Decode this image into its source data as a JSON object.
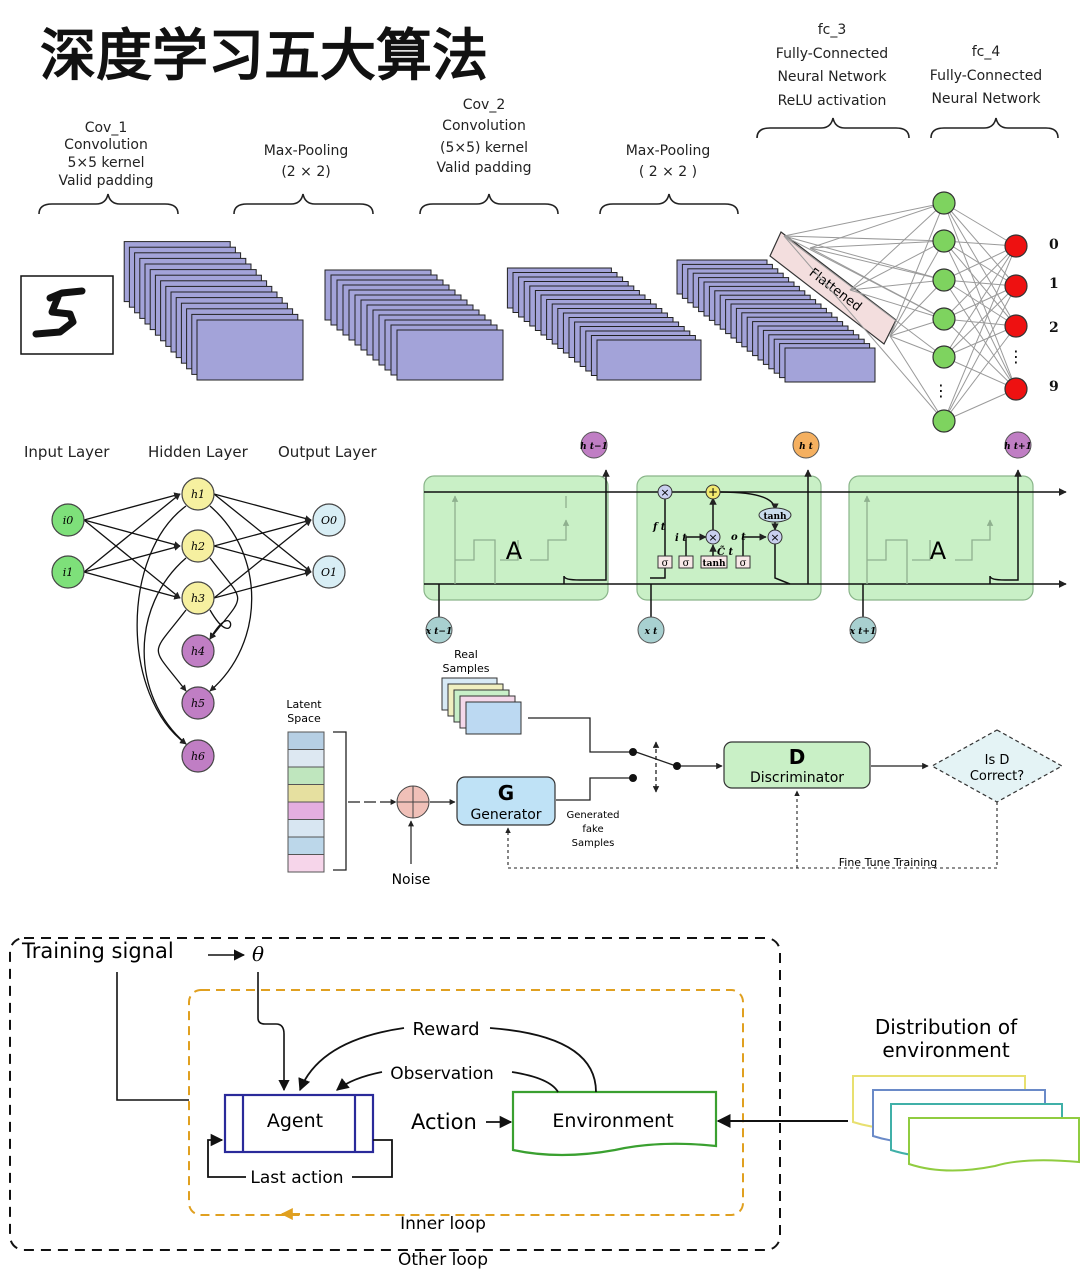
{
  "title": "深度学习五大算法",
  "cnn": {
    "cov1": [
      "Cov_1",
      "Convolution",
      "5×5 kernel",
      "Valid padding"
    ],
    "pool1": [
      "Max-Pooling",
      "(2 × 2)"
    ],
    "cov2": [
      "Cov_2",
      "Convolution",
      "(5×5) kernel",
      "Valid padding"
    ],
    "pool2": [
      "Max-Pooling",
      "( 2 × 2 )"
    ],
    "fc3": [
      "fc_3",
      "Fully-Connected",
      "Neural Network",
      "ReLU activation"
    ],
    "fc4": [
      "fc_4",
      "Fully-Connected",
      "Neural Network"
    ],
    "flattened": "Flattened",
    "outputs": [
      "0",
      "1",
      "2",
      "9"
    ],
    "dots": "⋮",
    "colors": {
      "feature_map": "#a3a3d9",
      "hidden_node": "#7ed35f",
      "output_node": "#ee1111",
      "flatten": "#f3dede"
    }
  },
  "rnn": {
    "labels": [
      "Input Layer",
      "Hidden Layer",
      "Output Layer"
    ],
    "inputs": [
      "i0",
      "i1"
    ],
    "hidden": [
      "h1",
      "h2",
      "h3",
      "h4",
      "h5",
      "h6"
    ],
    "outputs": [
      "O0",
      "O1"
    ]
  },
  "lstm": {
    "cell_label": "A",
    "h": [
      "h t−1",
      "h t",
      "h t+1"
    ],
    "x": [
      "x t−1",
      "x t",
      "x t+1"
    ],
    "gates": [
      "f t",
      "i t",
      "C̃ t",
      "o t"
    ],
    "sigma": "σ",
    "tanh": "tanh",
    "times": "×",
    "plus": "+",
    "colors": {
      "cell": "#c9f0c6",
      "h_prev": "#c07ec4",
      "h_cur": "#f5b060",
      "x": "#a8d0d0"
    }
  },
  "gan": {
    "real": [
      "Real",
      "Samples"
    ],
    "latent": [
      "Latent",
      "Space"
    ],
    "noise": "Noise",
    "g_letter": "G",
    "g_name": "Generator",
    "generated": [
      "Generated",
      "fake",
      "Samples"
    ],
    "d_letter": "D",
    "d_name": "Discriminator",
    "is_d": [
      "Is D",
      "Correct?"
    ],
    "fine_tune": "Fine Tune Training",
    "latent_colors": [
      "#b6cfe4",
      "#dde8f2",
      "#bfe6be",
      "#e6e0a0",
      "#e4aee0",
      "#d8e6f2",
      "#bcd7ea",
      "#f6d5ea"
    ]
  },
  "rl": {
    "training_signal": "Training signal",
    "theta": "θ",
    "reward": "Reward",
    "observation": "Observation",
    "agent": "Agent",
    "action": "Action",
    "environment": "Environment",
    "last_action": "Last action",
    "inner_loop": "Inner loop",
    "other_loop": "Other loop",
    "distribution": [
      "Distribution of",
      "environment"
    ]
  }
}
